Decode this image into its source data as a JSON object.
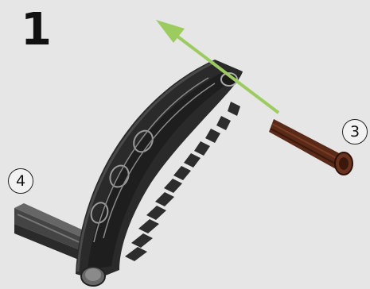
{
  "step": {
    "number": "1"
  },
  "callouts": [
    {
      "label": "3",
      "part": "dark-brown-axle-pin"
    },
    {
      "label": "4",
      "part": "dark-gray-axle"
    }
  ],
  "colors": {
    "background": "#e6e6e6",
    "arrow": "#9ccc5e",
    "gear": "#2a2a2a",
    "pin": "#5a2a18",
    "axle": "#3c3c3c"
  }
}
